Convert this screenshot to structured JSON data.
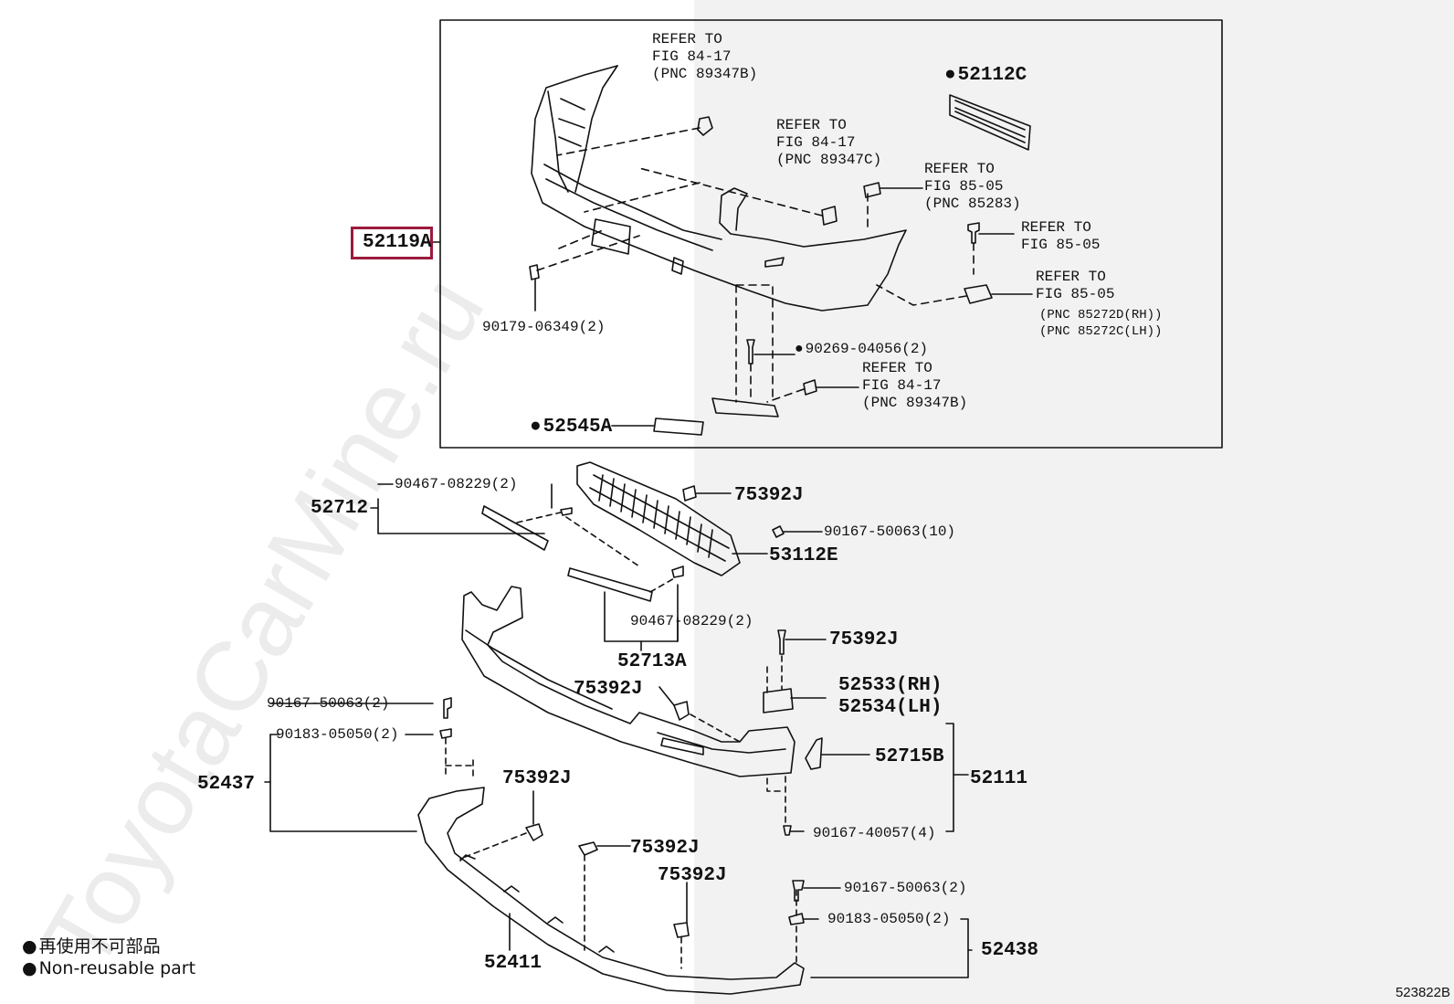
{
  "watermark": "ToyotaCarMine.ru",
  "box_labels": {
    "ref1": "REFER TO\nFIG 84-17\n(PNC 89347B)",
    "part_52112c": "52112C",
    "ref2": "REFER TO\nFIG 84-17\n(PNC 89347C)",
    "ref3": "REFER TO\nFIG 85-05\n(PNC 85283)",
    "ref4": "REFER TO\nFIG 85-05",
    "ref5": "REFER TO\nFIG 85-05",
    "ref5_pnc": "(PNC 85272D(RH))\n(PNC 85272C(LH))",
    "main_part": "52119A",
    "p90179": "90179-06349(2)",
    "p90269": "90269-04056(2)",
    "ref6": "REFER TO\nFIG 84-17\n(PNC 89347B)",
    "p52545a": "52545A"
  },
  "lower_labels": {
    "p52712": "52712",
    "p90467_top": "90467-08229(2)",
    "p75392j_1": "75392J",
    "p90167_10": "90167-50063(10)",
    "p53112e": "53112E",
    "p90467_bottom": "90467-08229(2)",
    "p52713a": "52713A",
    "p75392j_2": "75392J",
    "p75392j_3": "75392J",
    "p52533": "52533(RH)",
    "p52534": "52534(LH)",
    "p90167_2a": "90167-50063(2)",
    "p90183_a": "90183-05050(2)",
    "p52437": "52437",
    "p52715b": "52715B",
    "p52111": "52111",
    "p75392j_4": "75392J",
    "p90167_40057": "90167-40057(4)",
    "p75392j_5": "75392J",
    "p75392j_6": "75392J",
    "p90167_2b": "90167-50063(2)",
    "p90183_b": "90183-05050(2)",
    "p52438": "52438",
    "p52411": "52411"
  },
  "legend": {
    "line1": "再使用不可部品",
    "line2": "Non-reusable part"
  },
  "figure_code": "523822B",
  "colors": {
    "highlight": "#9b1b3d"
  }
}
